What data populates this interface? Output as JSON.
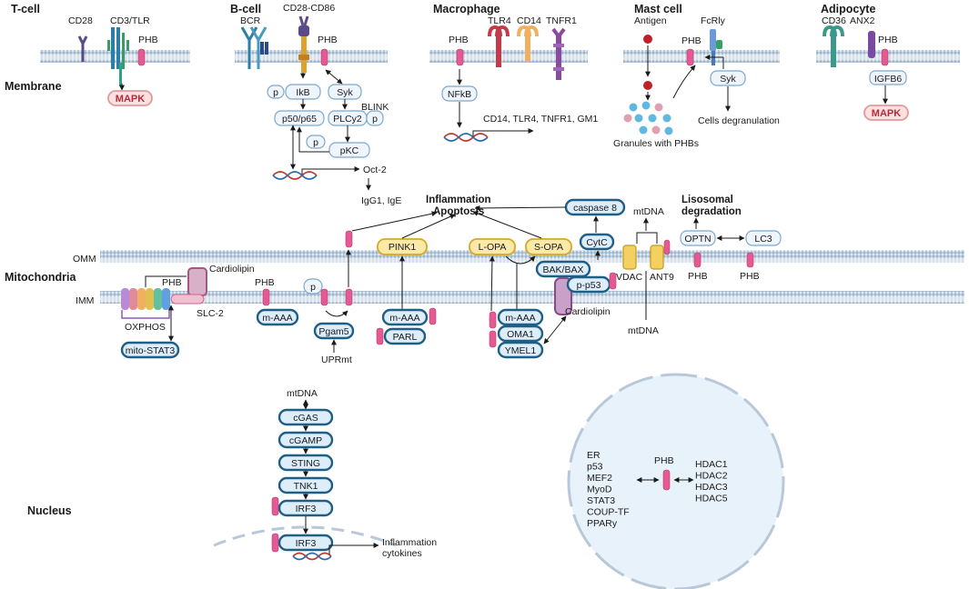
{
  "sections": {
    "t_cell": "T-cell",
    "b_cell": "B-cell",
    "macrophage": "Macrophage",
    "mast_cell": "Mast cell",
    "adipocyte": "Adipocyte",
    "membrane": "Membrane",
    "mitochondria": "Mitochondria",
    "nucleus": "Nucleus"
  },
  "tcell": {
    "cd28": "CD28",
    "cd3tlr": "CD3/TLR",
    "phb": "PHB",
    "mapk": "MAPK"
  },
  "bcell": {
    "bcr": "BCR",
    "cd28cd86": "CD28-CD86",
    "phb": "PHB",
    "p": "p",
    "ikb": "IkB",
    "syk": "Syk",
    "blink": "BLINK",
    "p50p65": "p50/p65",
    "plcy2": "PLCy2",
    "pkc": "pKC",
    "oct2": "Oct-2",
    "igg": "IgG1, IgE"
  },
  "macrophage": {
    "phb": "PHB",
    "tlr4": "TLR4",
    "cd14": "CD14",
    "tnfr1": "TNFR1",
    "nfkb": "NFkB",
    "targets": "CD14, TLR4, TNFR1, GM1"
  },
  "mast": {
    "antigen": "Antigen",
    "phb": "PHB",
    "fcrly": "FcRly",
    "syk": "Syk",
    "degran": "Cells degranulation",
    "granules": "Granules with PHBs"
  },
  "adipocyte": {
    "cd36": "CD36",
    "anx2": "ANX2",
    "phb": "PHB",
    "igfb6": "IGFB6",
    "mapk": "MAPK"
  },
  "mito": {
    "omm": "OMM",
    "imm": "IMM",
    "cardiolipin": "Cardiolipin",
    "phb": "PHB",
    "oxphos": "OXPHOS",
    "slc2": "SLC-2",
    "mitostat3": "mito-STAT3",
    "maaa": "m-AAA",
    "p": "p",
    "pgam5": "Pgam5",
    "uprmt": "UPRmt",
    "pink1": "PINK1",
    "parl": "PARL",
    "inflammation": "Inflammation",
    "apoptosis": "Apoptosis",
    "lopa": "L-OPA",
    "sopa": "S-OPA",
    "oma1": "OMA1",
    "ymel1": "YMEL1",
    "caspase8": "caspase 8",
    "cytc": "CytC",
    "bakbax": "BAK/BAX",
    "pp53": "p-p53",
    "cardiolipin2": "Cardiolipin",
    "mtdna_top": "mtDNA",
    "mtdna_bottom": "mtDNA",
    "vdac": "VDAC",
    "ant9": "ANT9",
    "lisosomal": "Lisosomal",
    "degradation": "degradation",
    "optn": "OPTN",
    "lc3": "LC3",
    "phb_a": "PHB",
    "phb_b": "PHB"
  },
  "nucleus": {
    "mtdna": "mtDNA",
    "cgas": "cGAS",
    "cgamp": "cGAMP",
    "sting": "STING",
    "tnk1": "TNK1",
    "irf3": "IRF3",
    "irf3b": "IRF3",
    "infl1": "Inflammation",
    "infl2": "cytokines",
    "phb": "PHB",
    "left_list": [
      "ER",
      "p53",
      "MEF2",
      "MyoD",
      "STAT3",
      "COUP-TF",
      "PPARy"
    ],
    "right_list": [
      "HDAC1",
      "HDAC2",
      "HDAC3",
      "HDAC5"
    ]
  },
  "colors": {
    "phb": "#e55a92",
    "box_stroke": "#1f5f86",
    "box_fill": "#ddeefa",
    "membrane": "#9fb6cc",
    "yellow": "#fbe9a8",
    "mapk": "#fde0e0"
  }
}
